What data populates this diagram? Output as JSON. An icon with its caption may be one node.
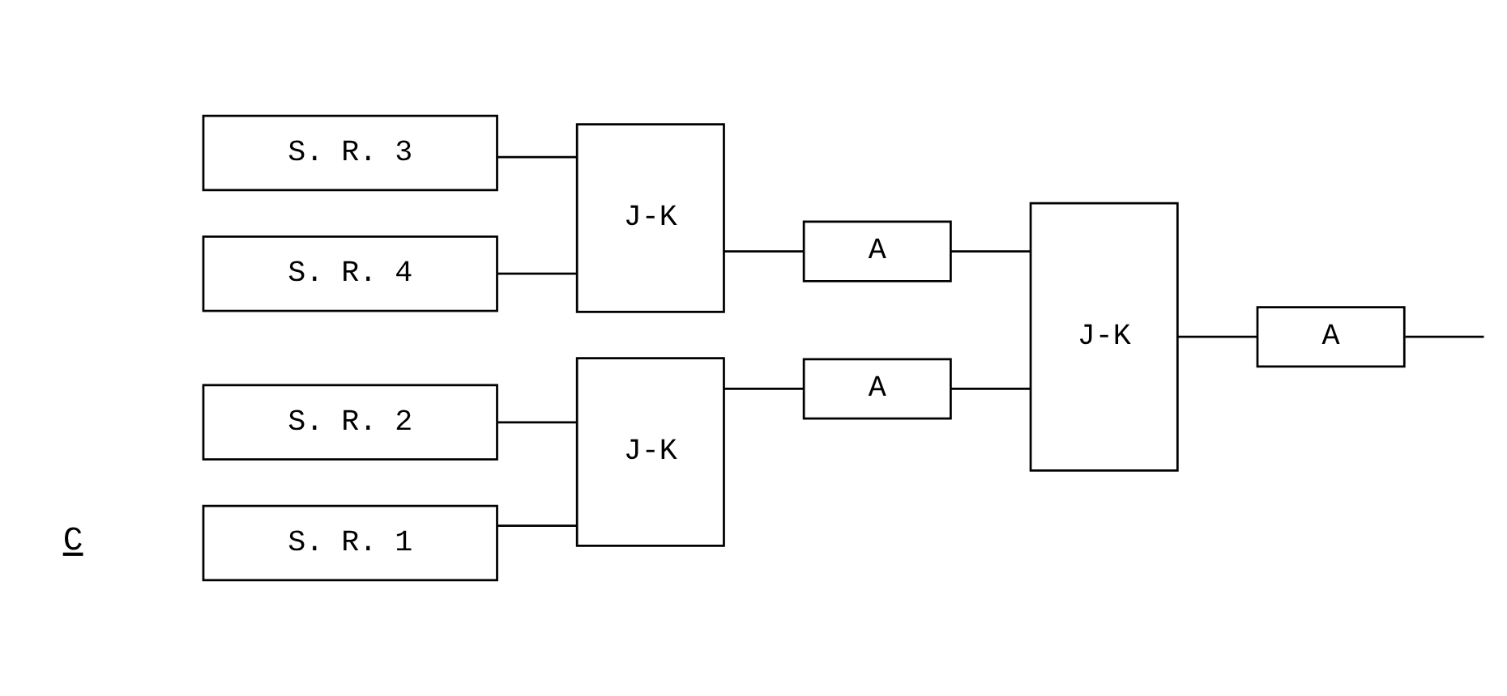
{
  "diagram": {
    "nodes": [
      {
        "text": [
          "S. R. 1"
        ]
      },
      {
        "text": [
          "S. R. 2"
        ]
      },
      {
        "text": [
          "S. R. 3"
        ]
      },
      {
        "text": [
          "S. R. 4"
        ]
      },
      {
        "text": [
          "J-K"
        ]
      },
      {
        "text": [
          "A"
        ]
      },
      {
        "text": [
          "J-K"
        ]
      },
      {
        "text": [
          "A"
        ]
      },
      {
        "text": [
          "J-K"
        ]
      },
      {
        "text": [
          "A"
        ]
      }
    ],
    "edges": [
      {
        "from": 0,
        "to": 4,
        "arrow": "none"
      },
      {
        "from": 1,
        "to": 4,
        "arrow": "none"
      },
      {
        "from": 2,
        "to": 6,
        "arrow": "none"
      },
      {
        "from": 3,
        "to": 6,
        "arrow": "none"
      },
      {
        "from": 4,
        "to": 5,
        "arrow": "none"
      },
      {
        "from": 6,
        "to": 7,
        "arrow": "none"
      },
      {
        "from": 5,
        "to": 8,
        "arrow": "none"
      },
      {
        "from": 7,
        "to": 8,
        "arrow": "none"
      },
      {
        "from": 8,
        "to": 9,
        "arrow": "none"
      },
      {
        "from": 9,
        "to": null,
        "arrow": "none"
      }
    ],
    "labels": [
      "C"
    ]
  }
}
